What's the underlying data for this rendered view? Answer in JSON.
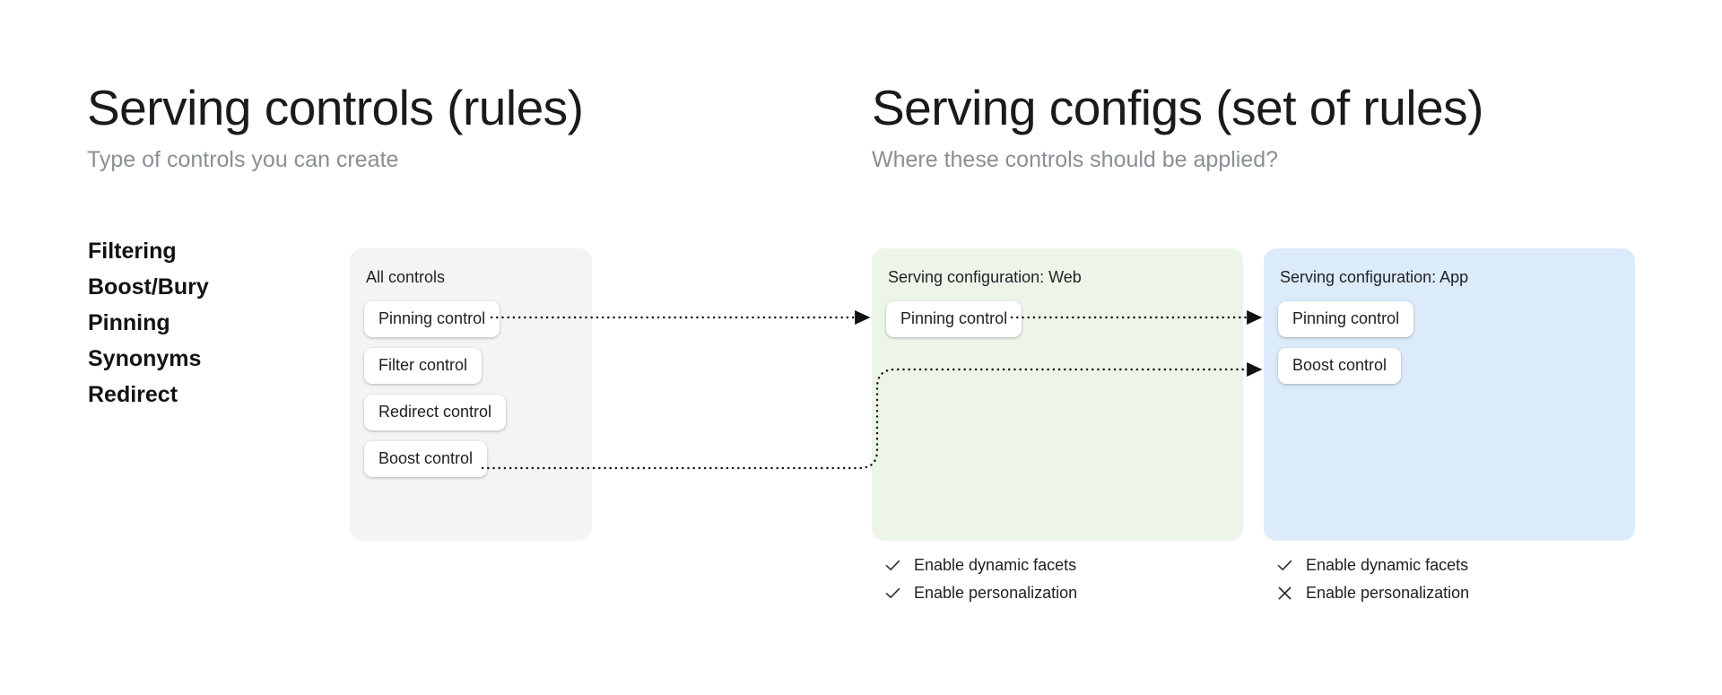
{
  "columns": {
    "left": {
      "title": "Serving controls (rules)",
      "subtitle": "Type of controls you can create"
    },
    "right": {
      "title": "Serving configs (set of rules)",
      "subtitle": "Where these controls should be applied?"
    }
  },
  "control_types": [
    {
      "label": "Filtering"
    },
    {
      "label": "Boost/Bury"
    },
    {
      "label": "Pinning"
    },
    {
      "label": "Synonyms"
    },
    {
      "label": "Redirect"
    }
  ],
  "panels": {
    "all_controls": {
      "title": "All controls",
      "background": "#f4f4f4",
      "chips": [
        {
          "label": "Pinning control"
        },
        {
          "label": "Filter control"
        },
        {
          "label": "Redirect control"
        },
        {
          "label": "Boost control"
        }
      ]
    },
    "serving_config_web": {
      "title": "Serving configuration: Web",
      "background": "#edf5e9",
      "chips": [
        {
          "label": "Pinning control"
        }
      ],
      "features": [
        {
          "label": "Enable dynamic facets",
          "mark": "check-icon",
          "enabled": true
        },
        {
          "label": "Enable personalization",
          "mark": "check-icon",
          "enabled": true
        }
      ]
    },
    "serving_config_app": {
      "title": "Serving configuration: App",
      "background": "#dcebfa",
      "chips": [
        {
          "label": "Pinning control"
        },
        {
          "label": "Boost control"
        }
      ],
      "features": [
        {
          "label": "Enable dynamic facets",
          "mark": "check-icon",
          "enabled": true
        },
        {
          "label": "Enable personalization",
          "mark": "cross-icon",
          "enabled": false
        }
      ]
    }
  },
  "connectors": {
    "style": "dotted",
    "color": "#101214",
    "arrowhead": "solid-triangle",
    "edges": [
      {
        "from": "all_controls.pinning-control",
        "to": "serving_config_web.pinning-control"
      },
      {
        "from": "serving_config_web.pinning-control",
        "to": "serving_config_app.pinning-control"
      },
      {
        "from": "all_controls.boost-control",
        "to": "serving_config_app.boost-control"
      }
    ]
  }
}
